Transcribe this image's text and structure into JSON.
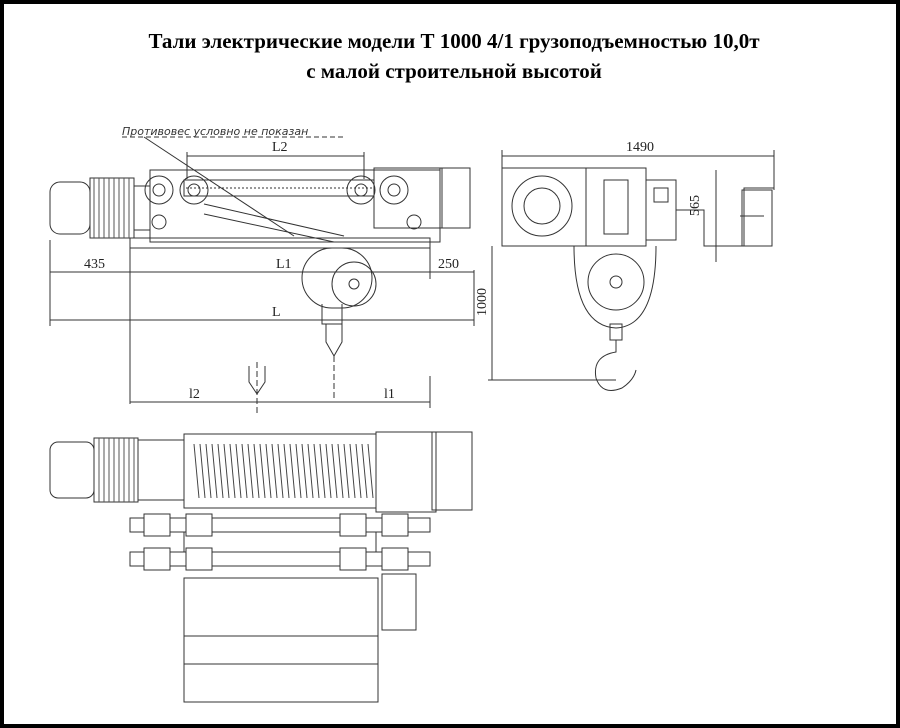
{
  "title": {
    "line1": "Тали электрические модели Т 1000 4/1 грузоподъемностью 10,0т",
    "line2": "с малой строительной высотой"
  },
  "note": "Противовес условно не показан",
  "dims": {
    "l_big": "L2",
    "l1": "L1",
    "l": "L",
    "d435": "435",
    "d250": "250",
    "lsmall2": "l2",
    "lsmall1": "l1",
    "d1490": "1490",
    "d565": "565",
    "d1000": "1000"
  }
}
